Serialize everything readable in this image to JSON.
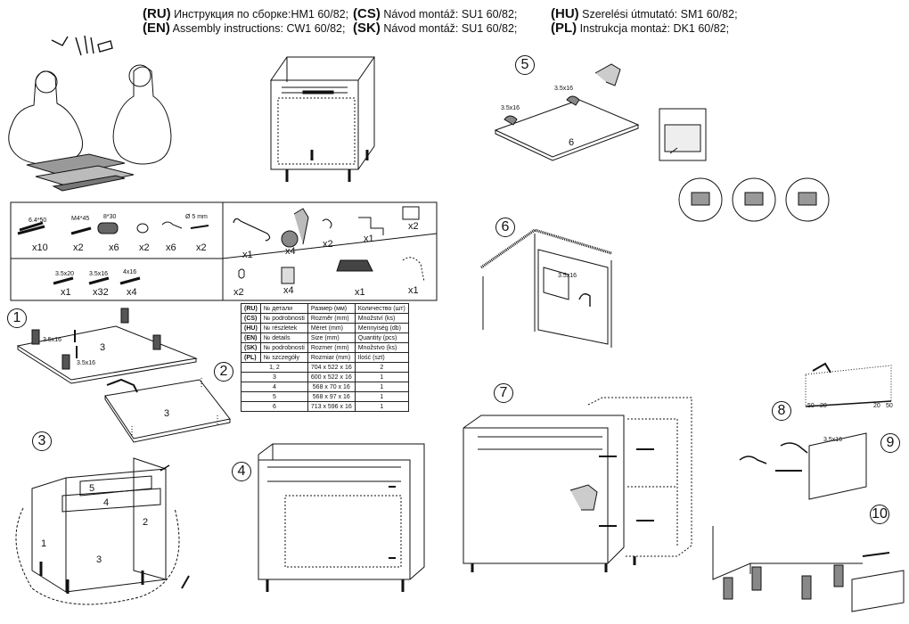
{
  "header": {
    "rows": [
      [
        {
          "code": "(RU)",
          "text": "Инструкция по сборке:HM1 60/82;"
        },
        {
          "code": "(CS)",
          "text": "Návod montáž: SU1 60/82;"
        },
        {
          "code": "(HU)",
          "text": "Szerelési útmutató: SM1 60/82;"
        }
      ],
      [
        {
          "code": "(EN)",
          "text": "Assembly instructions: CW1 60/82;"
        },
        {
          "code": "(SK)",
          "text": "Návod montáž: SU1 60/82;"
        },
        {
          "code": "(PL)",
          "text": "Instrukcja montaż: DK1 60/82;"
        }
      ]
    ]
  },
  "hardware": {
    "box1_labels": [
      "6.4*50",
      "M4*45",
      "8*30",
      "",
      "",
      "Ø 5 mm"
    ],
    "box1_qty": [
      "x10",
      "x2",
      "x6",
      "x2",
      "x6",
      "x2"
    ],
    "box1_screws_labels": [
      "3.5x20",
      "3.5x16",
      "4x16"
    ],
    "box1_screws_qty": [
      "x1",
      "x32",
      "x4"
    ],
    "box2_qty_top": [
      "x1",
      "x4",
      "x2",
      "x1",
      "x2"
    ],
    "box2_qty_bottom": [
      "x2",
      "x4",
      "x1",
      "x1"
    ]
  },
  "parts_table": {
    "lang_rows": [
      {
        "code": "(RU)",
        "detail": "№ детали",
        "size": "Размер (мм)",
        "qty": "Количество (шт)"
      },
      {
        "code": "(CS)",
        "detail": "№ podrobnosti",
        "size": "Rozměr (mm)",
        "qty": "Množství (ks)"
      },
      {
        "code": "(HU)",
        "detail": "№ részletek",
        "size": "Méret (mm)",
        "qty": "Mennyiség (db)"
      },
      {
        "code": "(EN)",
        "detail": "№ details",
        "size": "Size (mm)",
        "qty": "Quantity  (pcs)"
      },
      {
        "code": "(SK)",
        "detail": "№ podrobnosti",
        "size": "Rozmer (mm)",
        "qty": "Množstvo (ks)"
      },
      {
        "code": "(PL)",
        "detail": "№ szczegóły",
        "size": "Rozmiar (mm)",
        "qty": "Ilość (szt)"
      }
    ],
    "data_rows": [
      {
        "part": "1, 2",
        "size": "704 x 522 x 16",
        "qty": "2"
      },
      {
        "part": "3",
        "size": "600 x 522 x 16",
        "qty": "1"
      },
      {
        "part": "4",
        "size": "568 x 70 x 16",
        "qty": "1"
      },
      {
        "part": "5",
        "size": "568 x 97 x 16",
        "qty": "1"
      },
      {
        "part": "6",
        "size": "713 x 596 x 16",
        "qty": "1"
      }
    ]
  },
  "steps": [
    "1",
    "2",
    "3",
    "4",
    "5",
    "6",
    "7",
    "8",
    "9",
    "10"
  ],
  "labels": {
    "screw_small": "3.5x16",
    "panel_3": "3",
    "panel_6": "6",
    "part_1": "1",
    "part_2": "2",
    "part_4": "4",
    "part_5": "5",
    "dim_50": "50",
    "dim_20": "20"
  }
}
